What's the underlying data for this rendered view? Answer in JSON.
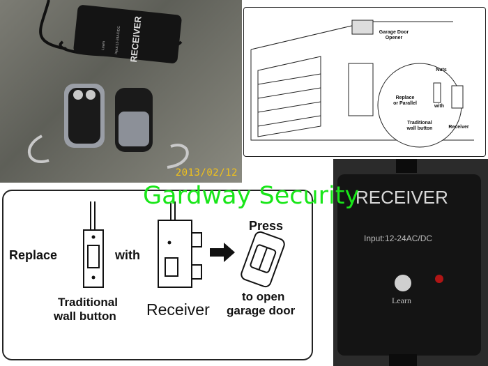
{
  "photo": {
    "timestamp": "2013/02/12",
    "receiver_label": "RECEIVER",
    "small_input": "Input:12-24AC/DC",
    "small_learn": "Learn"
  },
  "diagram": {
    "opener_label": "Garage Door Opener",
    "nuts_label": "Nuts",
    "replace_label": "Replace or Parallel",
    "with_label": "with",
    "traditional_label": "Traditional wall button",
    "receiver_label": "Receiver"
  },
  "instructions": {
    "replace": "Replace",
    "with": "with",
    "press": "Press",
    "traditional_line1": "Traditional",
    "traditional_line2": "wall button",
    "receiver": "Receiver",
    "open_line1": "to open",
    "open_line2": "garage door"
  },
  "closeup": {
    "title": "RECEIVER",
    "input": "Input:12-24AC/DC",
    "learn": "Learn"
  },
  "watermark": "Gardway Security"
}
